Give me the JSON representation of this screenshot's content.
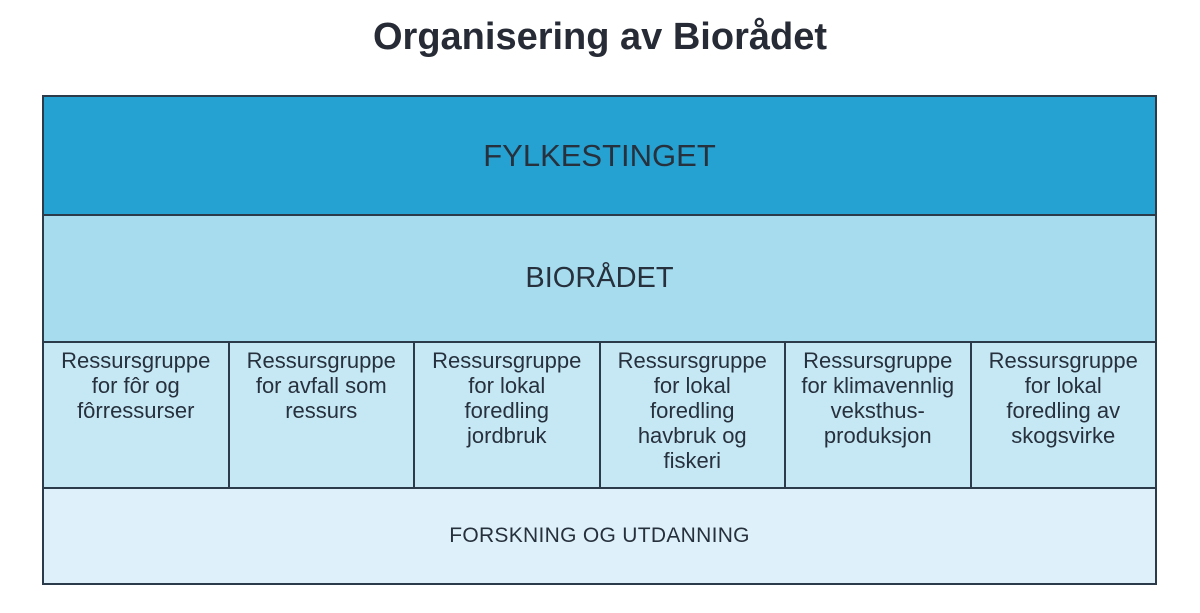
{
  "page": {
    "title": "Organisering av Biorådet"
  },
  "org": {
    "top_level": "FYLKESTINGET",
    "council": "BIORÅDET",
    "resource_groups": [
      {
        "label": "Ressursgruppe\nfor fôr og\nfôrressurser"
      },
      {
        "label": "Ressursgruppe\nfor avfall som\nressurs"
      },
      {
        "label": "Ressursgruppe\nfor lokal\nforedling\njordbruk"
      },
      {
        "label": "Ressursgruppe\nfor lokal\nforedling\nhavbruk og\nfiskeri"
      },
      {
        "label": "Ressursgruppe\nfor klimavennlig\nveksthus-\nproduksjon"
      },
      {
        "label": "Ressursgruppe\nfor lokal\nforedling av\nskogsvirke"
      }
    ],
    "foundation": "FORSKNING OG UTDANNING"
  },
  "colors": {
    "top_band": "#25a2d1",
    "council_band": "#a6dcee",
    "group_cells": "#c6e8f5",
    "foundation_band": "#def0f9",
    "border": "#2b3b49",
    "text": "#27313d",
    "title_text": "#262b35"
  }
}
